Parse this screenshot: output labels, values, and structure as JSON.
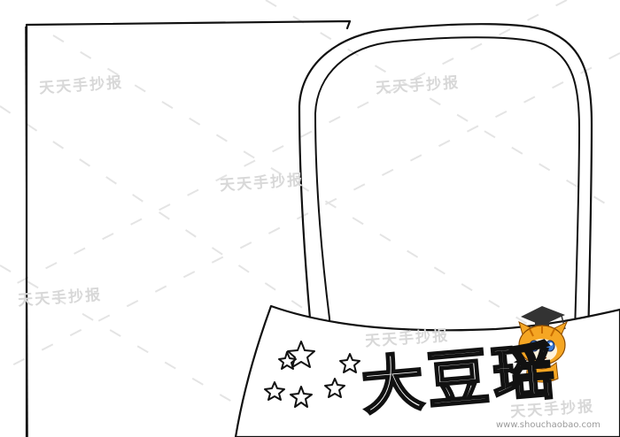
{
  "title": "大豆瑶",
  "watermarks": [
    "天天手抄报",
    "天天手抄报",
    "天天手抄报",
    "天天手抄报",
    "天天手抄报",
    "天天手抄报"
  ],
  "watermark_url": "www.shouchaobao.com",
  "colors": {
    "ink": "#111111",
    "watermark": "#d8d8d8",
    "mascot_orange": "#f5a623",
    "mascot_blue": "#3a7bd5",
    "cap": "#333333"
  },
  "icons": [
    "star-icon",
    "mascot-cat-graduate-icon"
  ]
}
